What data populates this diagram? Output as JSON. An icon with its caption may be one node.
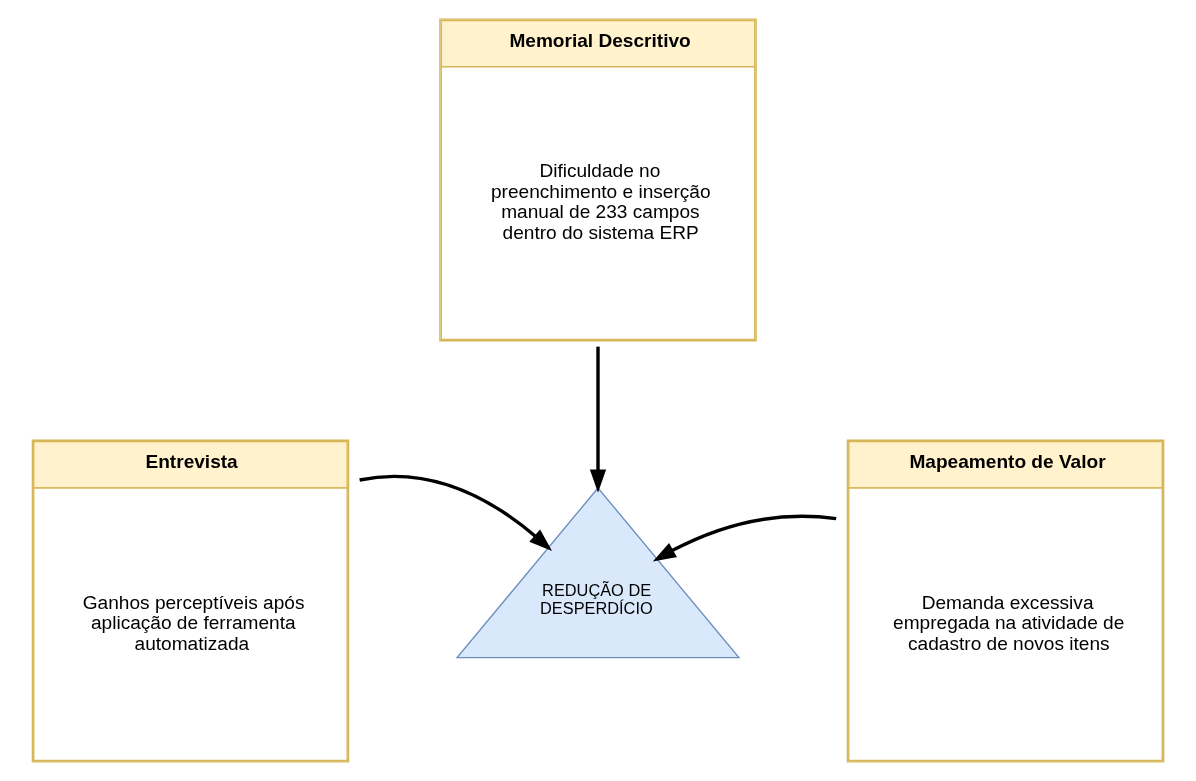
{
  "diagram": {
    "nodes": [
      {
        "text": [
          "Memorial Descritivo",
          "Dificuldade no preenchimento e inserção manual de 233 campos dentro do sistema ERP"
        ]
      },
      {
        "text": [
          "Entrevista",
          "Ganhos perceptíveis após aplicação de ferramenta automatizada"
        ]
      },
      {
        "text": [
          "REDUÇÃO DE DESPERDÍCIO"
        ]
      },
      {
        "text": [
          "Mapeamento de Valor",
          "Demanda excessiva empregada na atividade de cadastro de novos itens"
        ]
      }
    ],
    "edges": [
      {
        "from": 0,
        "to": 2,
        "arrow": "to"
      },
      {
        "from": 1,
        "to": 2,
        "arrow": "to"
      },
      {
        "from": 3,
        "to": 2,
        "arrow": "to"
      }
    ]
  }
}
